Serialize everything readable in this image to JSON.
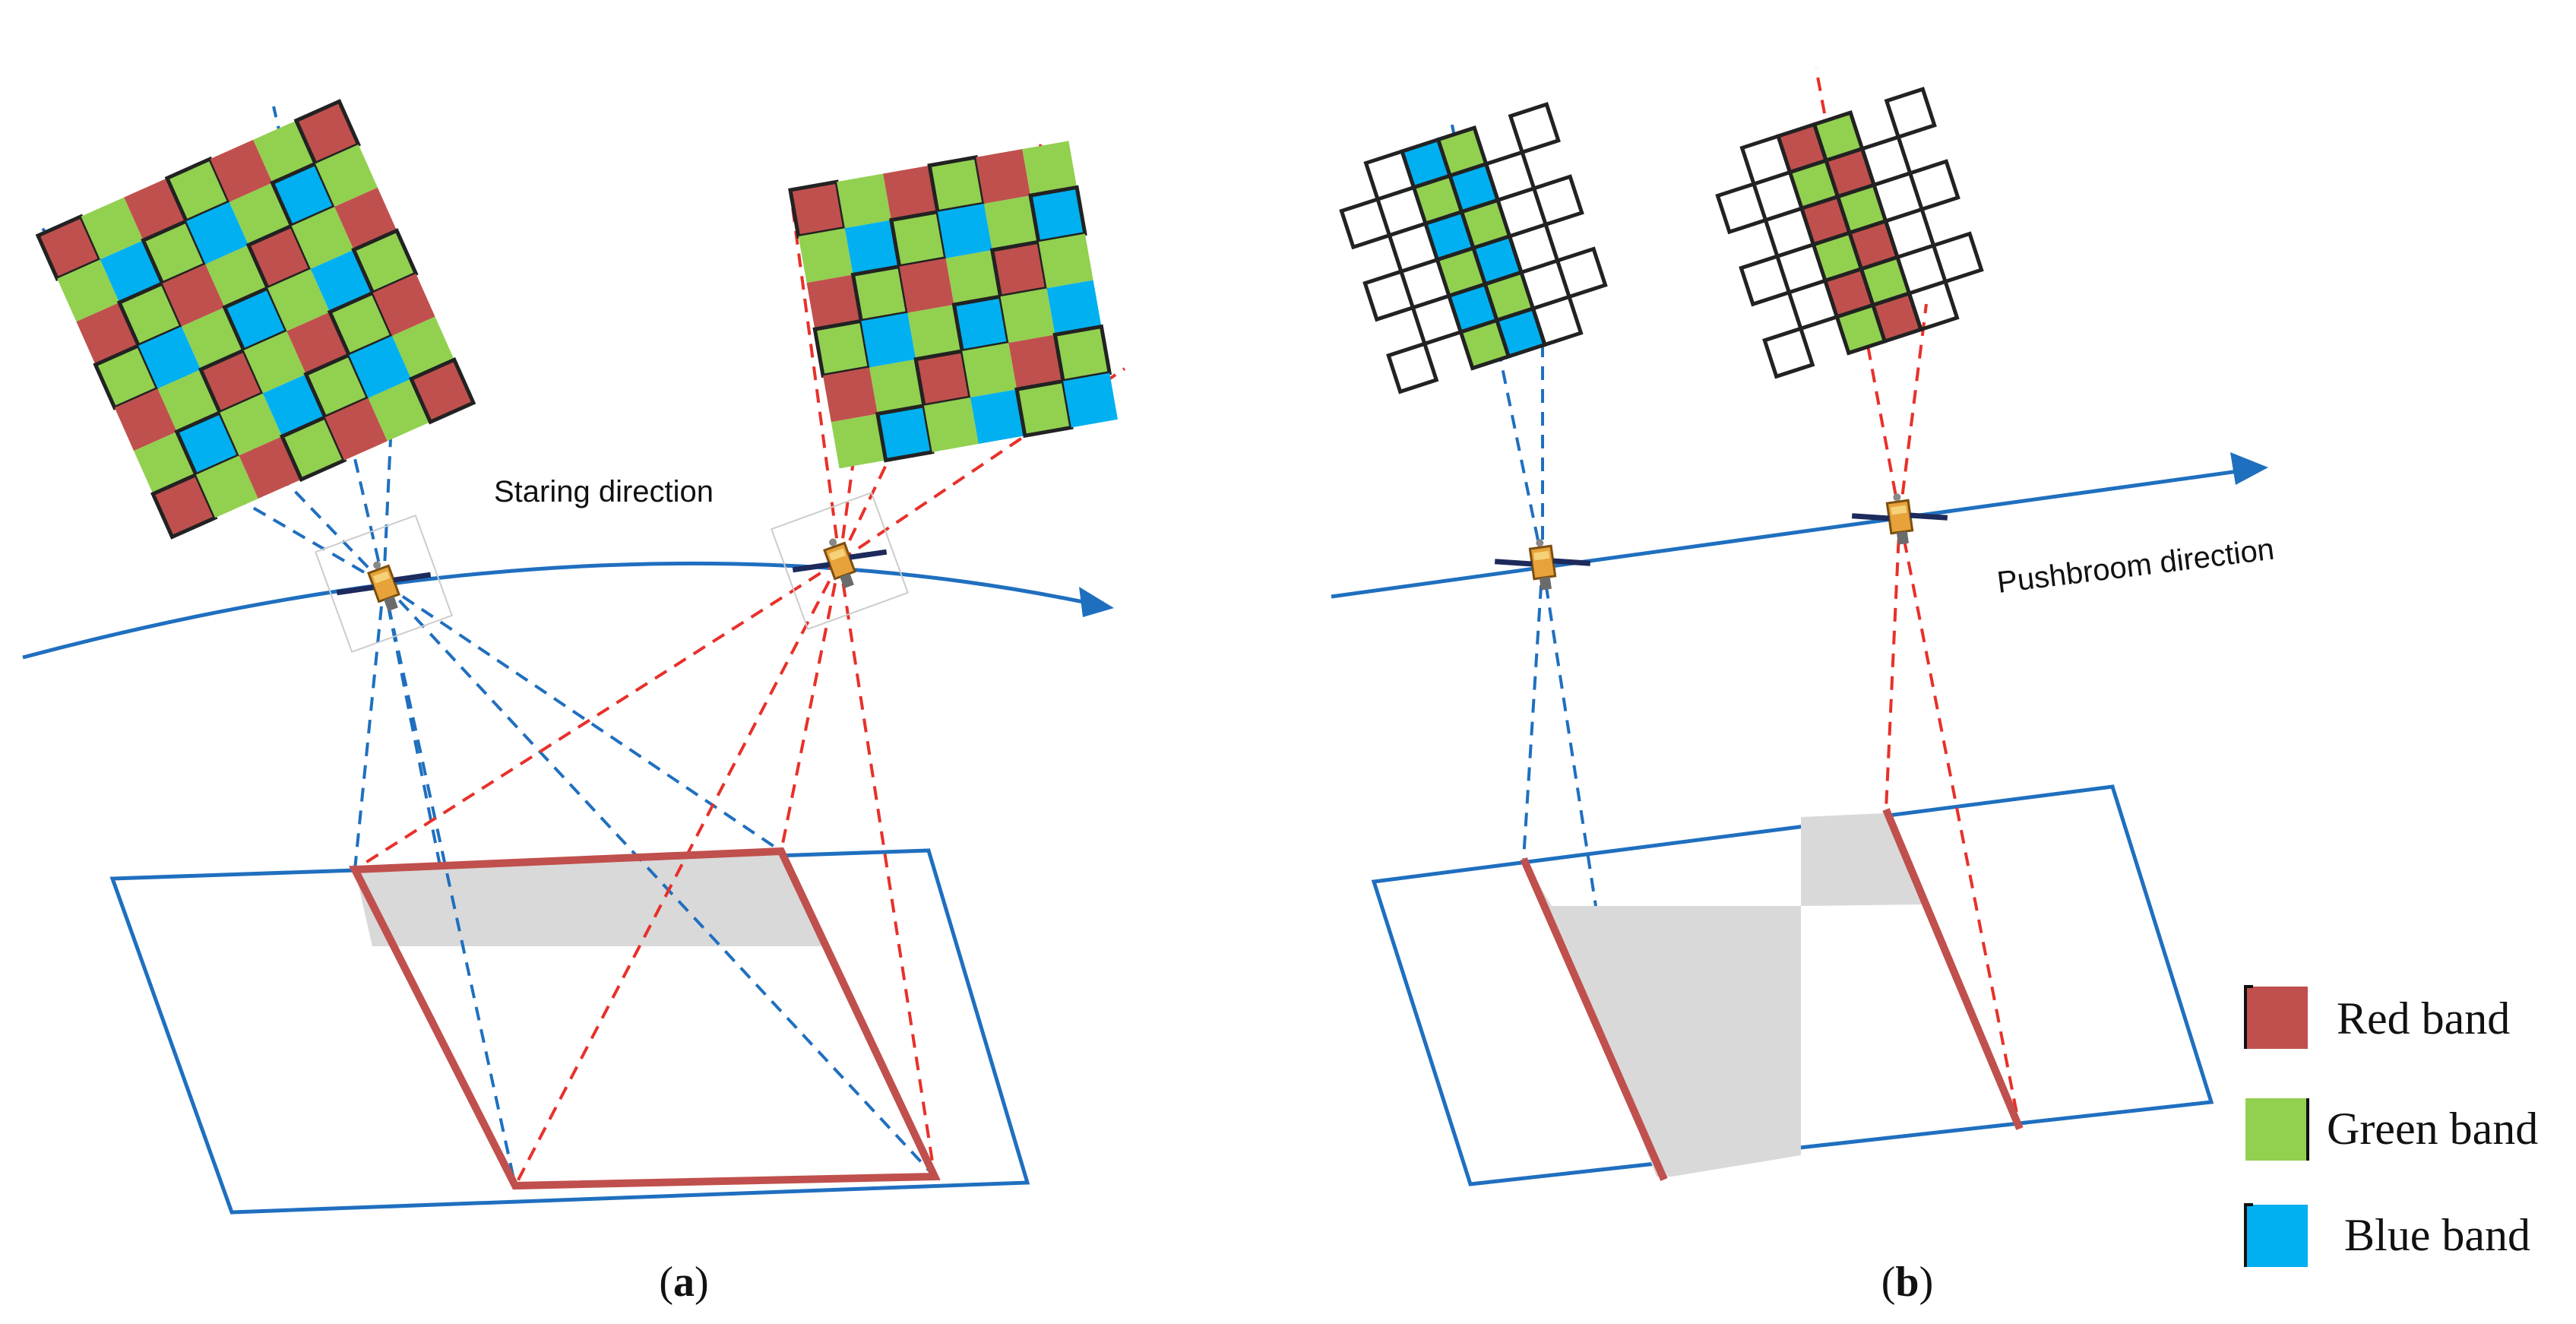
{
  "panel_a": {
    "direction_label": "Staring direction",
    "label_open": "(",
    "label_letter": "a",
    "label_close": ")"
  },
  "panel_b": {
    "direction_label": "Pushbroom direction",
    "label_open": "(",
    "label_letter": "b",
    "label_close": ")"
  },
  "legend": {
    "items": [
      {
        "label": "Red band",
        "color": "#c0504d"
      },
      {
        "label": "Green band",
        "color": "#92d050"
      },
      {
        "label": "Blue band",
        "color": "#00b0f0"
      }
    ]
  },
  "colors": {
    "orbit": "#1f6fbf",
    "ray_blue": "#1f6fbf",
    "ray_red": "#e8302a",
    "footprint": "#c0504d",
    "overlap": "#d9d9d9",
    "cell_outline": "#222222"
  },
  "icons": {
    "satellite": "satellite-icon",
    "arrow": "arrow-head-icon"
  }
}
